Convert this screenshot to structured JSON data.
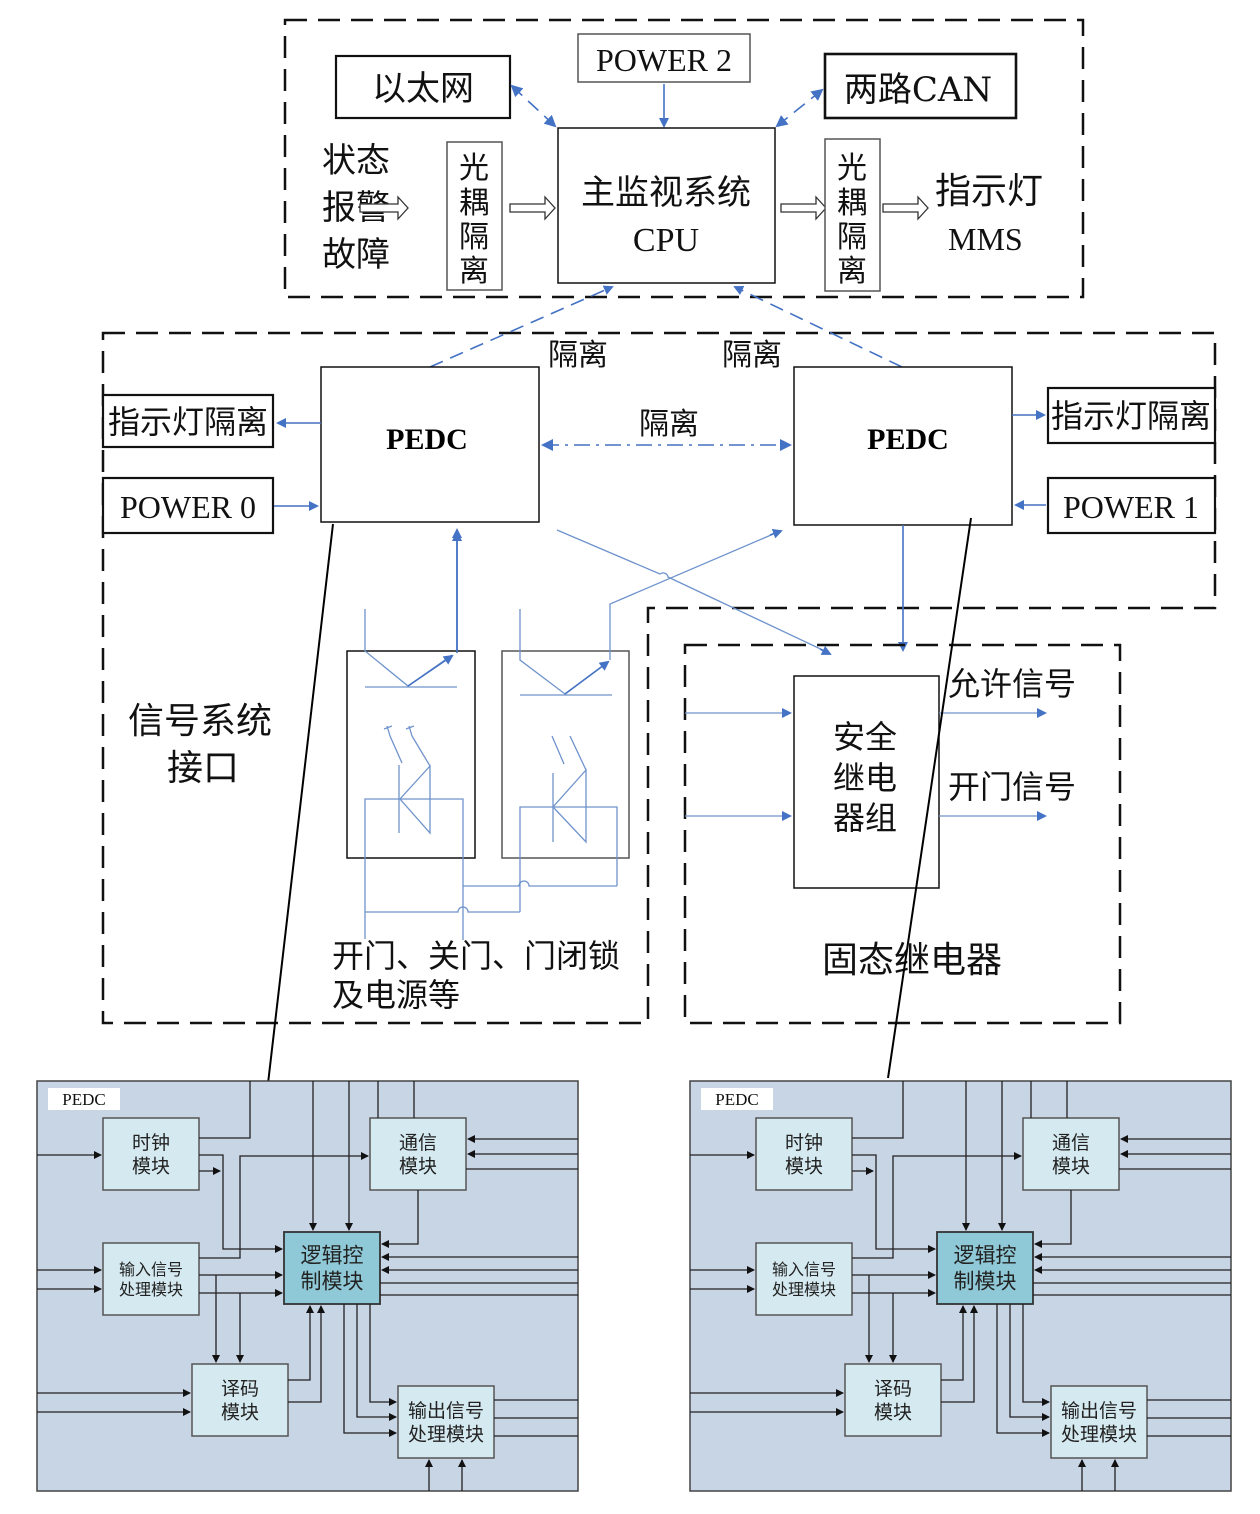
{
  "diagram": {
    "monitor_section": {
      "ethernet": "以太网",
      "power2": "POWER 2",
      "can": "两路CAN",
      "inputs": [
        "状态",
        "报警",
        "故障"
      ],
      "opto_left": [
        "光",
        "耦",
        "隔",
        "离"
      ],
      "cpu": [
        "主监视系统",
        "CPU"
      ],
      "opto_right": [
        "光",
        "耦",
        "隔",
        "离"
      ],
      "outputs": [
        "指示灯",
        "MMS"
      ]
    },
    "pedc_section": {
      "isolation_labels": [
        "隔离",
        "隔离",
        "隔离"
      ],
      "pedc_left": "PEDC",
      "pedc_right": "PEDC",
      "indicator_left": "指示灯隔离",
      "indicator_right": "指示灯隔离",
      "power0": "POWER 0",
      "power1": "POWER 1",
      "signal_interface": [
        "信号系统",
        "接口"
      ],
      "signal_caption": [
        "开门、关门、门闭锁",
        "及电源等"
      ]
    },
    "relay_section": {
      "relay_group": [
        "安全",
        "继电",
        "器组"
      ],
      "allow_signal": "允许信号",
      "open_signal": "开门信号",
      "caption": "固态继电器"
    },
    "pedc_detail_left": {
      "title": "PEDC",
      "clock": [
        "时钟",
        "模块"
      ],
      "comm": [
        "通信",
        "模块"
      ],
      "input": [
        "输入信号",
        "处理模块"
      ],
      "logic": [
        "逻辑控",
        "制模块"
      ],
      "decode": [
        "译码",
        "模块"
      ],
      "output": [
        "输出信号",
        "处理模块"
      ]
    },
    "pedc_detail_right": {
      "title": "PEDC",
      "clock": [
        "时钟",
        "模块"
      ],
      "comm": [
        "通信",
        "模块"
      ],
      "input": [
        "输入信号",
        "处理模块"
      ],
      "logic": [
        "逻辑控",
        "制模块"
      ],
      "decode": [
        "译码",
        "模块"
      ],
      "output": [
        "输出信号",
        "处理模块"
      ]
    },
    "colors": {
      "arrow_blue": "#4472c4",
      "panel_bg": "#c8d5e5",
      "module_bg": "#d5e9f0",
      "logic_bg": "#8fc8d6"
    }
  }
}
